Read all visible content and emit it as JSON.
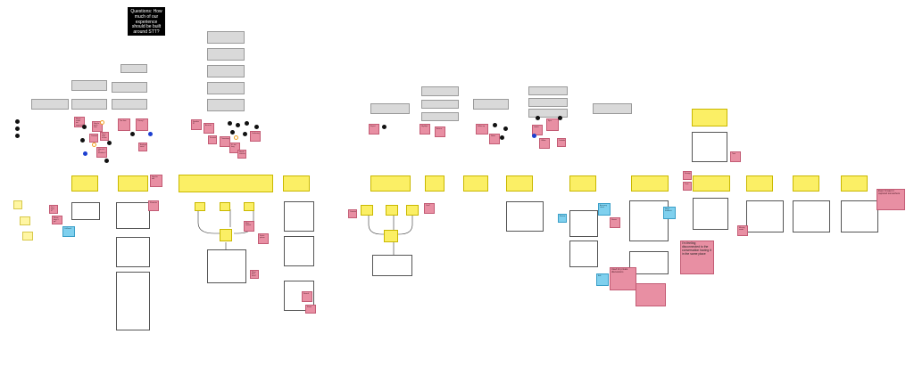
{
  "question": "Questions: How much of our experience should be built around STT?",
  "colors": {
    "sticky_pink": "#e88fa3",
    "sticky_blue": "#7fd0ee",
    "header_yellow": "#fbef65",
    "box_gray": "#d9d9d9"
  },
  "blue_notes": [
    "Call back",
    "Accuracy check",
    "Need feedback",
    "Edit",
    "Review"
  ],
  "pink_notes": [
    "Which words are important?",
    "Need a quick start",
    "Don't want to lose my place",
    "Consent?",
    "How do I fix mistakes?",
    "Too slow",
    "Privacy?",
    "Background noise",
    "Do I trust it?",
    "Where does it go?",
    "Need to edit",
    "Shortcuts",
    "Speaker ID",
    "Accents",
    "Formatting",
    "Timestamps",
    "It's too long",
    "Confusing",
    "Needs summary",
    "More context",
    "Faster please",
    "What did I miss?",
    "Search",
    "Share",
    "Export",
    "Highlight",
    "Actions",
    "Follow up",
    "Notes",
    "Labels",
    "Sync",
    "Offline",
    "Confidence",
    "Corrections",
    "Cost?",
    "Storage",
    "Trust",
    "Tone",
    "Missing words",
    "Names",
    "I'm feeling disconnected to the conversation having it in the same place",
    "Even I'd want it captured somewhere",
    "Used for private discussions"
  ]
}
